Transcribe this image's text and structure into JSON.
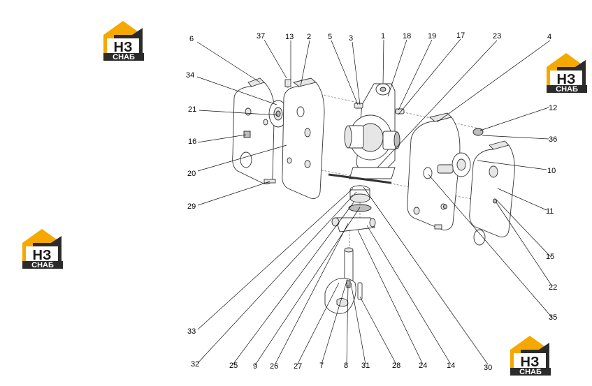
{
  "logo": {
    "mark": "НЗ",
    "word": "СНАБ",
    "colors": {
      "orange": "#f5a800",
      "dark": "#2b2b2b",
      "light": "#ffffff"
    }
  },
  "callouts": [
    {
      "label": "6"
    },
    {
      "label": "37"
    },
    {
      "label": "13"
    },
    {
      "label": "2"
    },
    {
      "label": "5"
    },
    {
      "label": "3"
    },
    {
      "label": "1"
    },
    {
      "label": "18"
    },
    {
      "label": "19"
    },
    {
      "label": "17"
    },
    {
      "label": "23"
    },
    {
      "label": "4"
    },
    {
      "label": "34"
    },
    {
      "label": "21"
    },
    {
      "label": "16"
    },
    {
      "label": "20"
    },
    {
      "label": "29"
    },
    {
      "label": "12"
    },
    {
      "label": "36"
    },
    {
      "label": "10"
    },
    {
      "label": "11"
    },
    {
      "label": "15"
    },
    {
      "label": "22"
    },
    {
      "label": "35"
    },
    {
      "label": "33"
    },
    {
      "label": "32"
    },
    {
      "label": "25"
    },
    {
      "label": "9"
    },
    {
      "label": "26"
    },
    {
      "label": "27"
    },
    {
      "label": "7"
    },
    {
      "label": "8"
    },
    {
      "label": "31"
    },
    {
      "label": "28"
    },
    {
      "label": "24"
    },
    {
      "label": "14"
    },
    {
      "label": "30"
    }
  ]
}
